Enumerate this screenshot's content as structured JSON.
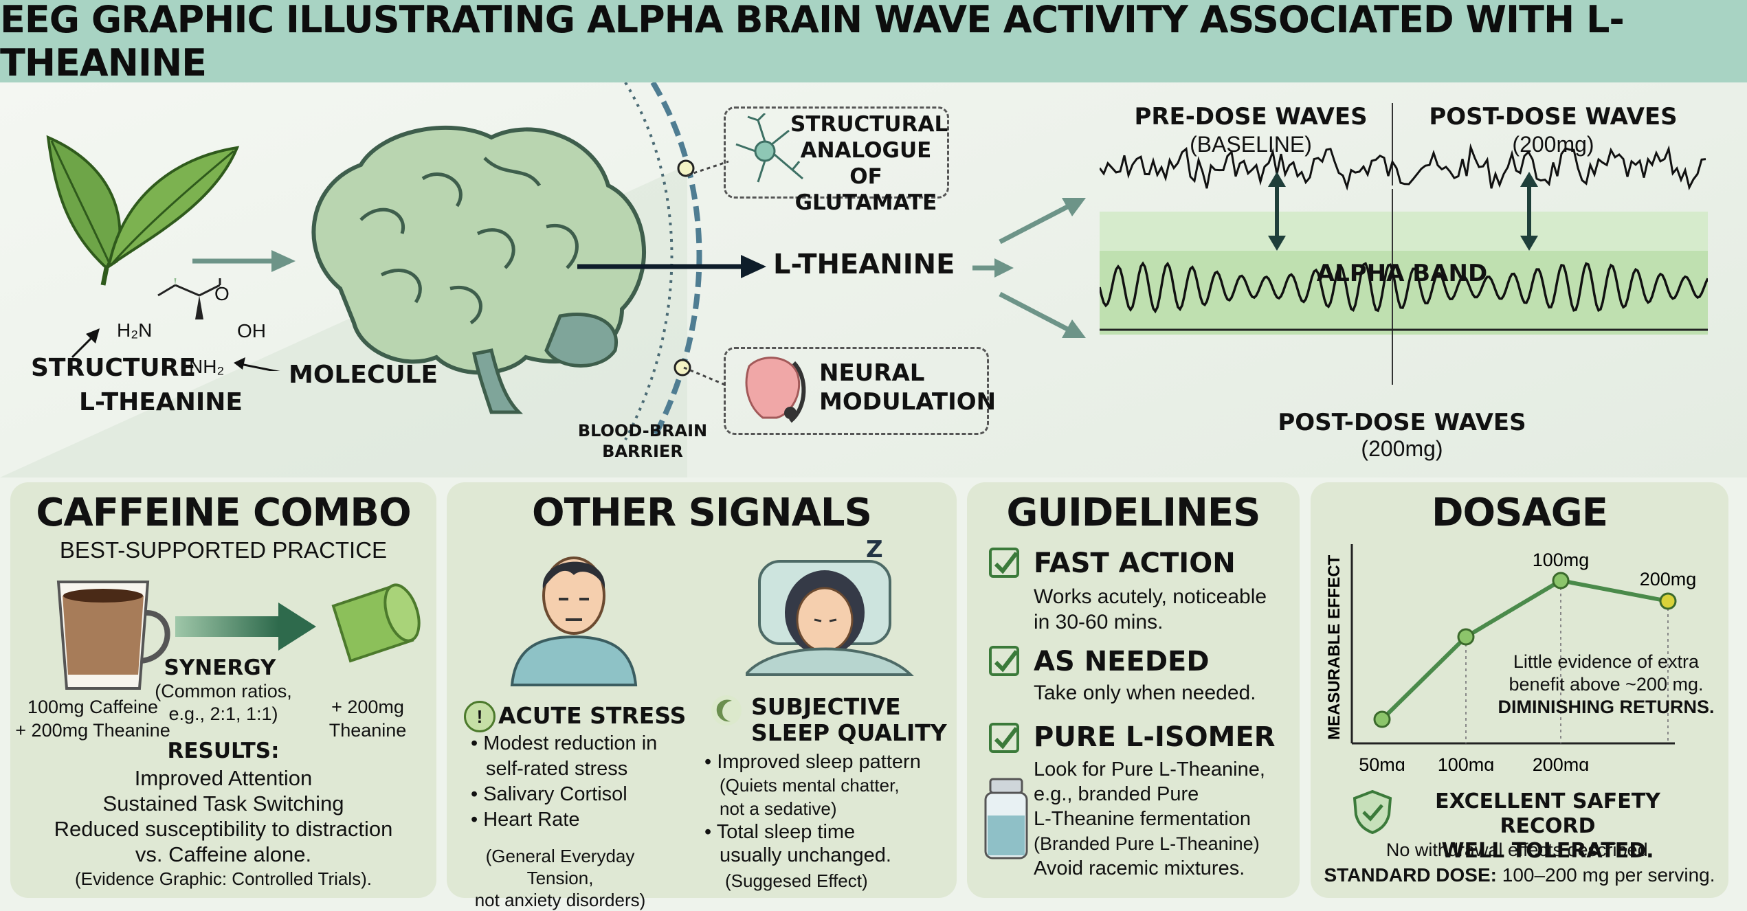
{
  "header": {
    "title": "EEG GRAPHIC ILLUSTRATING ALPHA BRAIN WAVE ACTIVITY ASSOCIATED WITH L-THEANINE"
  },
  "molecule": {
    "structure_label": "STRUCTURE",
    "name_label": "L-THEANINE",
    "molecule_label": "MOLECULE",
    "atoms": {
      "h2n": "H₂N",
      "o": "O",
      "oh": "OH",
      "nh2": "NH₂"
    }
  },
  "pathway": {
    "bbb_line1": "BLOOD-BRAIN",
    "bbb_line2": "BARRIER",
    "center_label": "L-THEANINE",
    "box1": {
      "line1": "STRUCTURAL",
      "line2": "ANALOGUE OF",
      "line3": "GLUTAMATE"
    },
    "box2": {
      "line1": "NEURAL",
      "line2": "MODULATION"
    }
  },
  "eeg": {
    "pre_title": "PRE-DOSE WAVES",
    "pre_sub": "(BASELINE)",
    "post_title": "POST-DOSE WAVES",
    "post_sub": "(200mg)",
    "band_label": "ALPHA BAND",
    "bottom_title": "POST-DOSE WAVES",
    "bottom_sub": "(200mg)"
  },
  "caffeine": {
    "title": "CAFFEINE COMBO",
    "subtitle": "BEST-SUPPORTED PRACTICE",
    "synergy": "SYNERGY",
    "ratios1": "(Common ratios,",
    "ratios2": "e.g., 2:1, 1:1)",
    "left1": "100mg Caffeine",
    "left2": "+ 200mg Theanine",
    "right1": "+ 200mg",
    "right2": "Theanine",
    "results_title": "RESULTS:",
    "results": [
      "Improved Attention",
      "Sustained Task Switching",
      "Reduced susceptibility to distraction",
      "vs. Caffeine alone."
    ],
    "note": "(Evidence Graphic: Controlled Trials)."
  },
  "signals": {
    "title": "OTHER SIGNALS",
    "sleep_z": "Z",
    "stress_title": "ACUTE STRESS",
    "stress_items": [
      "Modest reduction in",
      "self-rated stress",
      "Salivary Cortisol",
      "Heart Rate"
    ],
    "stress_note1": "(General Everyday Tension,",
    "stress_note2": "not anxiety disorders)",
    "sleep_title1": "SUBJECTIVE",
    "sleep_title2": "SLEEP QUALITY",
    "sleep_items": [
      "Improved sleep pattern",
      "(Quiets mental chatter,",
      "not a sedative)",
      "Total sleep time",
      "usually unchanged."
    ],
    "sleep_note": "(Suggesed Effect)"
  },
  "guidelines": {
    "title": "GUIDELINES",
    "g1_title": "FAST ACTION",
    "g1_l1": "Works acutely, noticeable",
    "g1_l2": "in 30-60 mins.",
    "g2_title": "AS NEEDED",
    "g2_l1": "Take only when needed.",
    "g3_title": "PURE L-ISOMER",
    "g3_l1": "Look for Pure L-Theanine,",
    "g3_l2": "e.g., branded Pure",
    "g3_l3": "L-Theanine fermentation",
    "g3_l4": "(Branded Pure L-Theanine)",
    "g3_l5": "Avoid racemic mixtures."
  },
  "dosage": {
    "title": "DOSAGE",
    "note1": "Little evidence of extra",
    "note2": "benefit above ~200 mg.",
    "note3": "DIMINISHING RETURNS.",
    "safety1": "EXCELLENT SAFETY RECORD",
    "safety2": "WELL TOLERATED.",
    "safety3": "No withdrawal effects described.",
    "std_label": "STANDARD DOSE:",
    "std_value": "100–200 mg per serving."
  },
  "chart_data": {
    "type": "line",
    "ylabel": "MEASURABLE EFFECT",
    "x_ticks": [
      "50mg",
      "100mg",
      "200mg"
    ],
    "point_labels": [
      "100mg",
      "200mg"
    ]
  },
  "colors": {
    "accent_green": "#5b8c4e",
    "band_green": "#bfe0b0",
    "header_teal": "#a8d3c3",
    "panel_bg": "#dfe8d4"
  }
}
